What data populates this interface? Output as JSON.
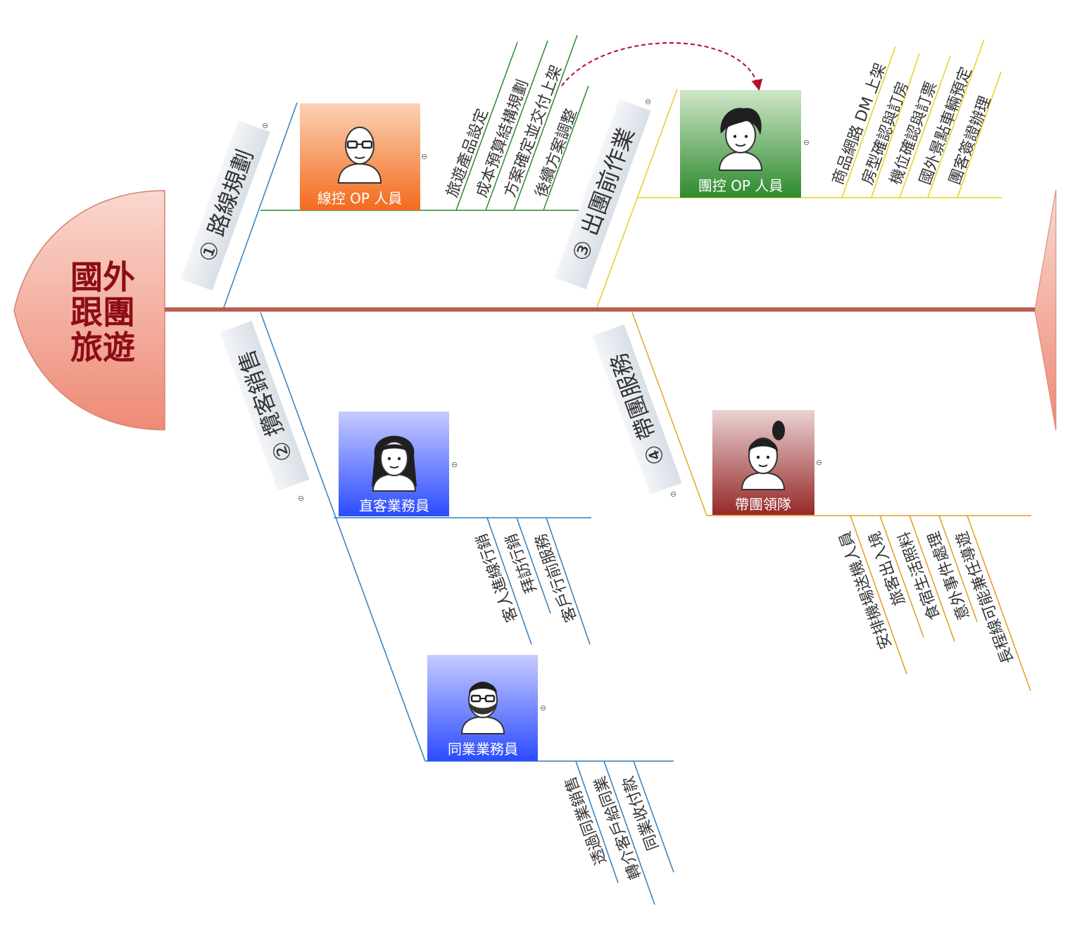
{
  "head": {
    "title_lines": [
      "國外",
      "跟團",
      "旅遊"
    ]
  },
  "colors": {
    "spine": "#b85e4e",
    "head_fill_top": "#f9d5cc",
    "head_fill_bottom": "#ee8a76",
    "head_text": "#8c0d17",
    "bone_1": "#2f7fbf",
    "bone_2": "#2f7fbf",
    "bone_3": "#e6cc2a",
    "bone_4": "#e6a52a",
    "sub_green": "#2a8a2a",
    "sub_yellow": "#e6d21c",
    "sub_blue": "#2f7fbf",
    "sub_orange": "#e69a1c",
    "dashed_arrow": "#b3102a"
  },
  "categories": [
    {
      "id": "route-planning",
      "label": "① 路線規劃"
    },
    {
      "id": "customer-sales",
      "label": "② 攬客銷售"
    },
    {
      "id": "pre-departure",
      "label": "③ 出團前作業"
    },
    {
      "id": "tour-service",
      "label": "④ 帶團服務"
    }
  ],
  "roles": [
    {
      "id": "route-op",
      "label": "線控 OP 人員",
      "color_top": "#fbd2b6",
      "color_bottom": "#f26b1c",
      "avatar": "bald-glasses-avatar-icon"
    },
    {
      "id": "tour-op",
      "label": "團控 OP 人員",
      "color_top": "#cfe6c8",
      "color_bottom": "#2e8a2e",
      "avatar": "curly-hair-avatar-icon"
    },
    {
      "id": "direct-sales",
      "label": "直客業務員",
      "color_top": "#c7cbff",
      "color_bottom": "#2a4bff",
      "avatar": "long-hair-avatar-icon"
    },
    {
      "id": "agency-sales",
      "label": "同業業務員",
      "color_top": "#c7cbff",
      "color_bottom": "#2a4bff",
      "avatar": "bearded-glasses-avatar-icon"
    },
    {
      "id": "tour-leader",
      "label": "帶團領隊",
      "color_top": "#e8cccc",
      "color_bottom": "#9a2b2b",
      "avatar": "ponytail-avatar-icon"
    }
  ],
  "tasks": {
    "route_op": [
      "旅遊產品設定",
      "成本預算結構規劃",
      "方案確定並交付上架",
      "後續方案調整"
    ],
    "tour_op": [
      "商品網路 DM 上架",
      "房型確認與訂房",
      "機位確認與訂票",
      "國外景點車輛預定",
      "團客簽證辦理"
    ],
    "direct_sales": [
      "客人進線行銷",
      "拜訪行銷",
      "客戶行前服務"
    ],
    "agency_sales": [
      "透過同業銷售",
      "轉介客戶給同業",
      "同業收付款"
    ],
    "tour_leader": [
      "安排機場送機人員",
      "旅客出入境",
      "食宿生活照料",
      "意外事件處理",
      "長程線可能兼任導遊"
    ]
  },
  "collapse_marker": "⊖"
}
